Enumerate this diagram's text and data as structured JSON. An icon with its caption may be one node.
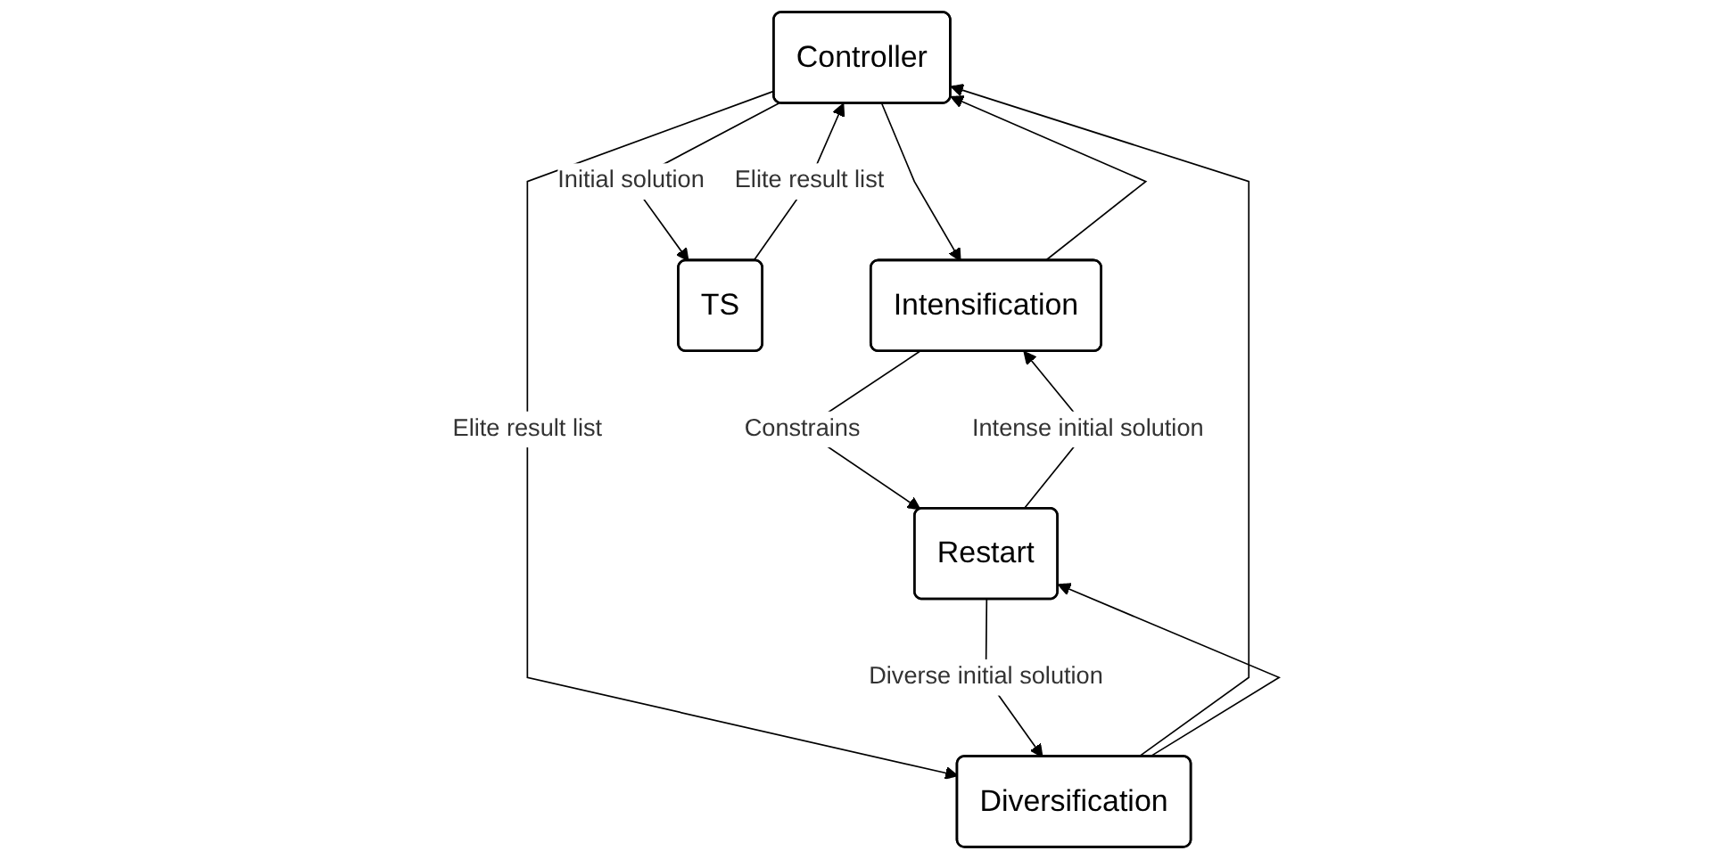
{
  "diagram": {
    "nodes": [
      {
        "text": [
          "Controller"
        ]
      },
      {
        "text": [
          "Intensification"
        ]
      },
      {
        "text": [
          "Diversification"
        ]
      },
      {
        "text": [
          "TS"
        ]
      },
      {
        "text": [
          "Restart"
        ]
      }
    ],
    "edges": [
      {
        "from": 1,
        "to": 0,
        "arrow": "to"
      },
      {
        "from": 0,
        "to": 1,
        "arrow": "to"
      },
      {
        "from": 0,
        "to": 2,
        "arrow": "to",
        "label": "Elite result list"
      },
      {
        "from": 2,
        "to": 0,
        "arrow": "to"
      },
      {
        "from": 0,
        "to": 3,
        "arrow": "to",
        "label": "Initial solution"
      },
      {
        "from": 3,
        "to": 0,
        "arrow": "to",
        "label": "Elite result list"
      },
      {
        "from": 1,
        "to": 4,
        "arrow": "to",
        "label": "Constrains"
      },
      {
        "from": 4,
        "to": 1,
        "arrow": "to",
        "label": "Intense initial solution"
      },
      {
        "from": 2,
        "to": 4,
        "arrow": "to"
      },
      {
        "from": 4,
        "to": 2,
        "arrow": "to",
        "label": "Diverse initial solution"
      }
    ]
  }
}
